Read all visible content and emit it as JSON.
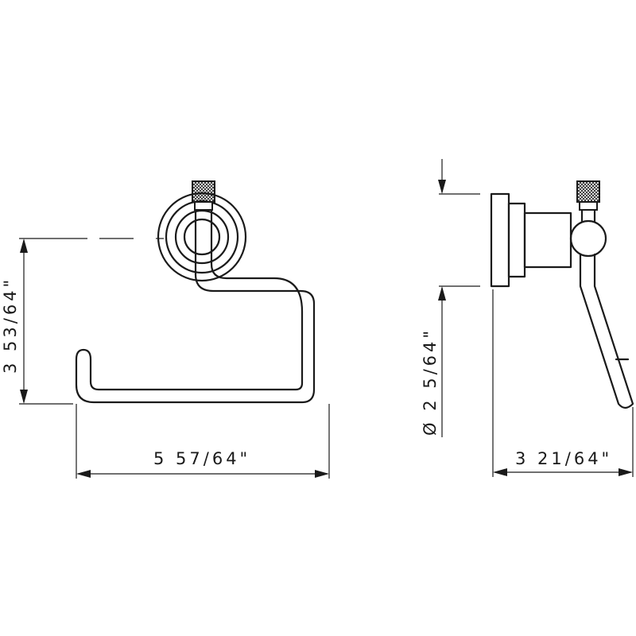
{
  "dimensions": {
    "front_width": "5 57/64\"",
    "front_height": "3 53/64\"",
    "side_diameter": "Ø 2 5/64\"",
    "side_depth": "3 21/64\""
  }
}
